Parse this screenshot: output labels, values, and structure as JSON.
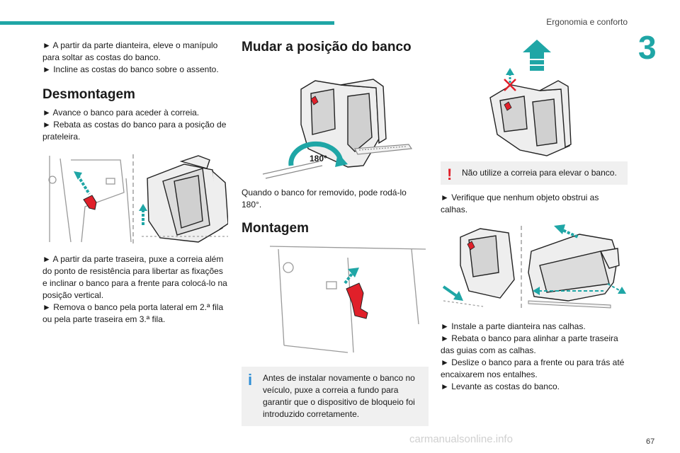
{
  "header": {
    "title": "Ergonomia e conforto",
    "chapter": "3"
  },
  "col1": {
    "intro_1": "► A partir da parte dianteira, eleve o manípulo para soltar as costas do banco.",
    "intro_2": "► Incline as costas do banco sobre o assento.",
    "heading": "Desmontagem",
    "step_1": "► Avance o banco para aceder à correia.",
    "step_2": "► Rebata as costas do banco para a posição de prateleira.",
    "step_3": "► A partir da parte traseira, puxe a correia além do ponto de resistência para libertar as fixações e inclinar o banco para a frente para colocá-lo na posição vertical.",
    "step_4": "► Remova o banco pela porta lateral em 2.ª fila ou pela parte traseira em 3.ª fila."
  },
  "col2": {
    "heading": "Mudar a posição do banco",
    "rotation_label": "180°",
    "rotate_text": "Quando o banco for removido, pode rodá-lo 180°.",
    "heading_2": "Montagem",
    "info_note": "Antes de instalar novamente o banco no veículo, puxe a correia a fundo para garantir que o dispositivo de bloqueio foi introduzido corretamente."
  },
  "col3": {
    "warning_note": "Não utilize a correia para elevar o banco.",
    "check_text": "► Verifique que nenhum objeto obstrui as calhas.",
    "step_1": "► Instale a parte dianteira nas calhas.",
    "step_2": "► Rebata o banco para alinhar a parte traseira das guias com as calhas.",
    "step_3": "► Deslize o banco para a frente ou para trás até encaixarem nos entalhes.",
    "step_4": "► Levante as costas do banco."
  },
  "icons": {
    "info": "info-icon",
    "warning": "warning-icon"
  },
  "colors": {
    "accent": "#1fa6a6",
    "strap": "#e0202a",
    "info": "#2f8fd6"
  },
  "footer": {
    "page": "67",
    "watermark": "carmanualsonline.info"
  }
}
